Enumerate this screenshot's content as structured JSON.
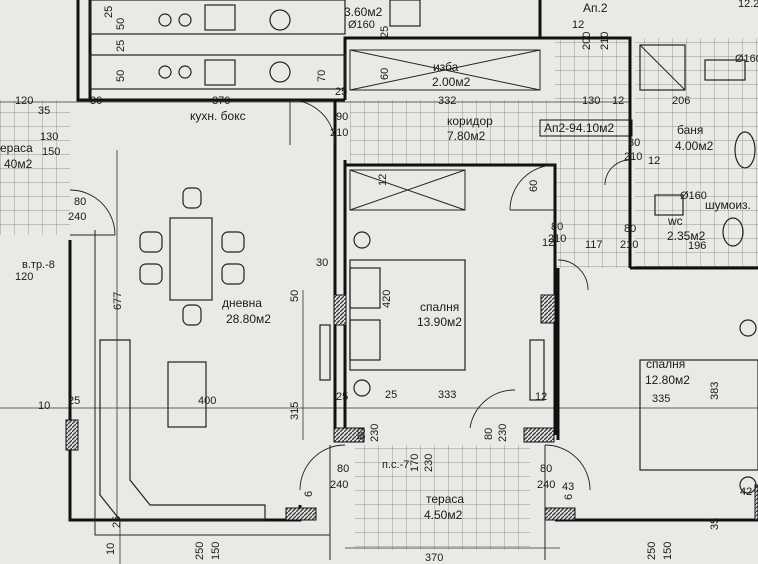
{
  "rooms": [
    {
      "name": "кухн. бокс",
      "area": ""
    },
    {
      "name": "дневна",
      "area": "28.80м2"
    },
    {
      "name": "спалня",
      "area": "13.90м2"
    },
    {
      "name": "коридор",
      "area": "7.80м2"
    },
    {
      "name": "изба",
      "area": "2.00м2"
    },
    {
      "name": "баня",
      "area": "4.00м2"
    },
    {
      "name": "wc",
      "area": "2.35м2"
    },
    {
      "name": "спалня",
      "area": "12.80м2"
    },
    {
      "name": "тераса",
      "area": "4.50м2"
    },
    {
      "name": "ераса",
      "area": "40м2"
    }
  ],
  "labels": {
    "apartment": "Ап2-94.10м2",
    "neighbor_apartment": "Ап.2",
    "top_area": "3.60м2",
    "pipe1": "Ø160",
    "pipe2": "Ø160",
    "pipe3": "Ø160",
    "noise_isolation": "шумоиз.",
    "vent_tr": "в.тр.-8",
    "ps": "п.с.-7",
    "corner_num": "12.2"
  },
  "dimensions": {
    "d370_top": "370",
    "d332": "332",
    "d130_top": "130",
    "d206": "206",
    "d120": "120",
    "d30a": "30",
    "d35": "35",
    "d25a": "25",
    "d130_left": "130",
    "d150_left": "150",
    "d80_left": "80",
    "d240_left": "240",
    "d120b": "120",
    "d677": "677",
    "d400": "400",
    "d10": "10",
    "d25b": "25",
    "d333": "333",
    "d335": "335",
    "d315": "315",
    "d50": "50",
    "d30b": "30",
    "d420": "420",
    "d90": "90",
    "d210a": "210",
    "d60": "60",
    "d70": "70",
    "d25c": "25",
    "d12a": "12",
    "d80a": "80",
    "d210b": "210",
    "d117": "117",
    "d80b": "80",
    "d210c": "210",
    "d196": "196",
    "d12b": "12",
    "d383": "383",
    "d80c": "80",
    "d230a": "230",
    "d80d": "80",
    "d230b": "230",
    "d170": "170",
    "d230c": "230",
    "d80e": "80",
    "d240b": "240",
    "d80f": "80",
    "d240c": "240",
    "d43": "43",
    "d42": "42",
    "d6a": "6",
    "d6b": "6",
    "d370_bot": "370",
    "d250a": "250",
    "d150a": "150",
    "d250b": "250",
    "d150b": "150",
    "d35b": "35",
    "d10b": "10",
    "d25d": "25",
    "d50a": "50",
    "d50b": "50",
    "d25e": "25",
    "d25f": "25",
    "d200": "200",
    "d210d": "210",
    "d12c": "12",
    "d60b": "60",
    "d80g": "80",
    "d210e": "210",
    "d12d": "12",
    "d12e": "12",
    "d25g": "25",
    "d25h": "25",
    "d12f": "12"
  }
}
